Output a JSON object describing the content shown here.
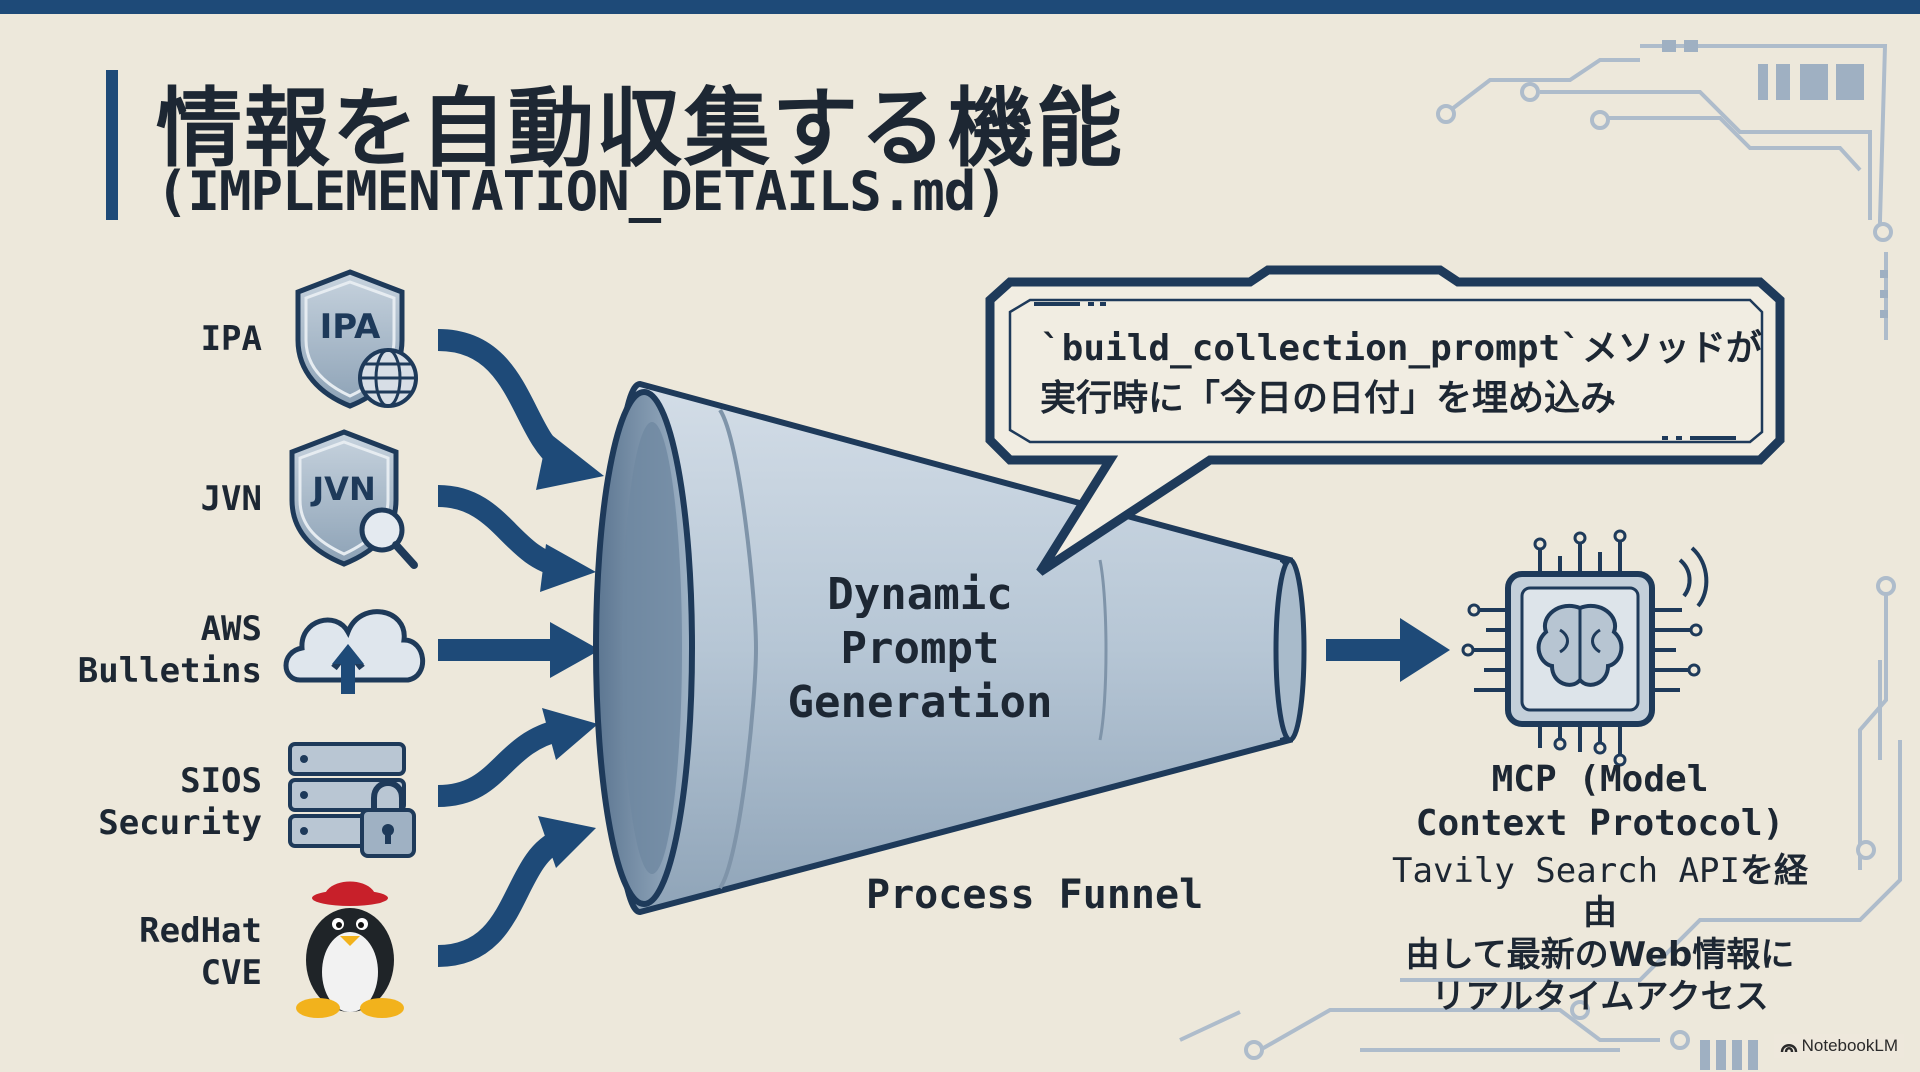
{
  "title": {
    "main": "情報を自動収集する機能",
    "sub": "(IMPLEMENTATION_DETAILS.md)"
  },
  "sources": [
    {
      "label_lines": [
        "IPA"
      ],
      "icon": "shield-globe-icon",
      "badge": "IPA"
    },
    {
      "label_lines": [
        "JVN"
      ],
      "icon": "shield-magnifier-icon",
      "badge": "JVN"
    },
    {
      "label_lines": [
        "AWS",
        "Bulletins"
      ],
      "icon": "cloud-upload-icon"
    },
    {
      "label_lines": [
        "SIOS",
        "Security"
      ],
      "icon": "server-lock-icon"
    },
    {
      "label_lines": [
        "RedHat",
        "CVE"
      ],
      "icon": "penguin-redhat-icon"
    }
  ],
  "funnel": {
    "label_lines": [
      "Dynamic",
      "Prompt",
      "Generation"
    ],
    "caption": "Process Funnel"
  },
  "callout": {
    "line1": "`build_collection_prompt`メソッドが",
    "line2": "実行時に「今日の日付」を埋め込み"
  },
  "mcp": {
    "icon": "ai-chip-brain-icon",
    "title_line1": "MCP (Model",
    "title_line2": "Context Protocol)",
    "desc_line1_a": "Tavily Search API",
    "desc_line1_b": "を経由",
    "desc_line2": "由して最新のWeb情報に",
    "desc_line3": "リアルタイムアクセス"
  },
  "watermark": "NotebookLM",
  "colors": {
    "background": "#ede8db",
    "navy": "#1e4a78",
    "text": "#1d2733",
    "funnel": "#b9c8d6"
  }
}
